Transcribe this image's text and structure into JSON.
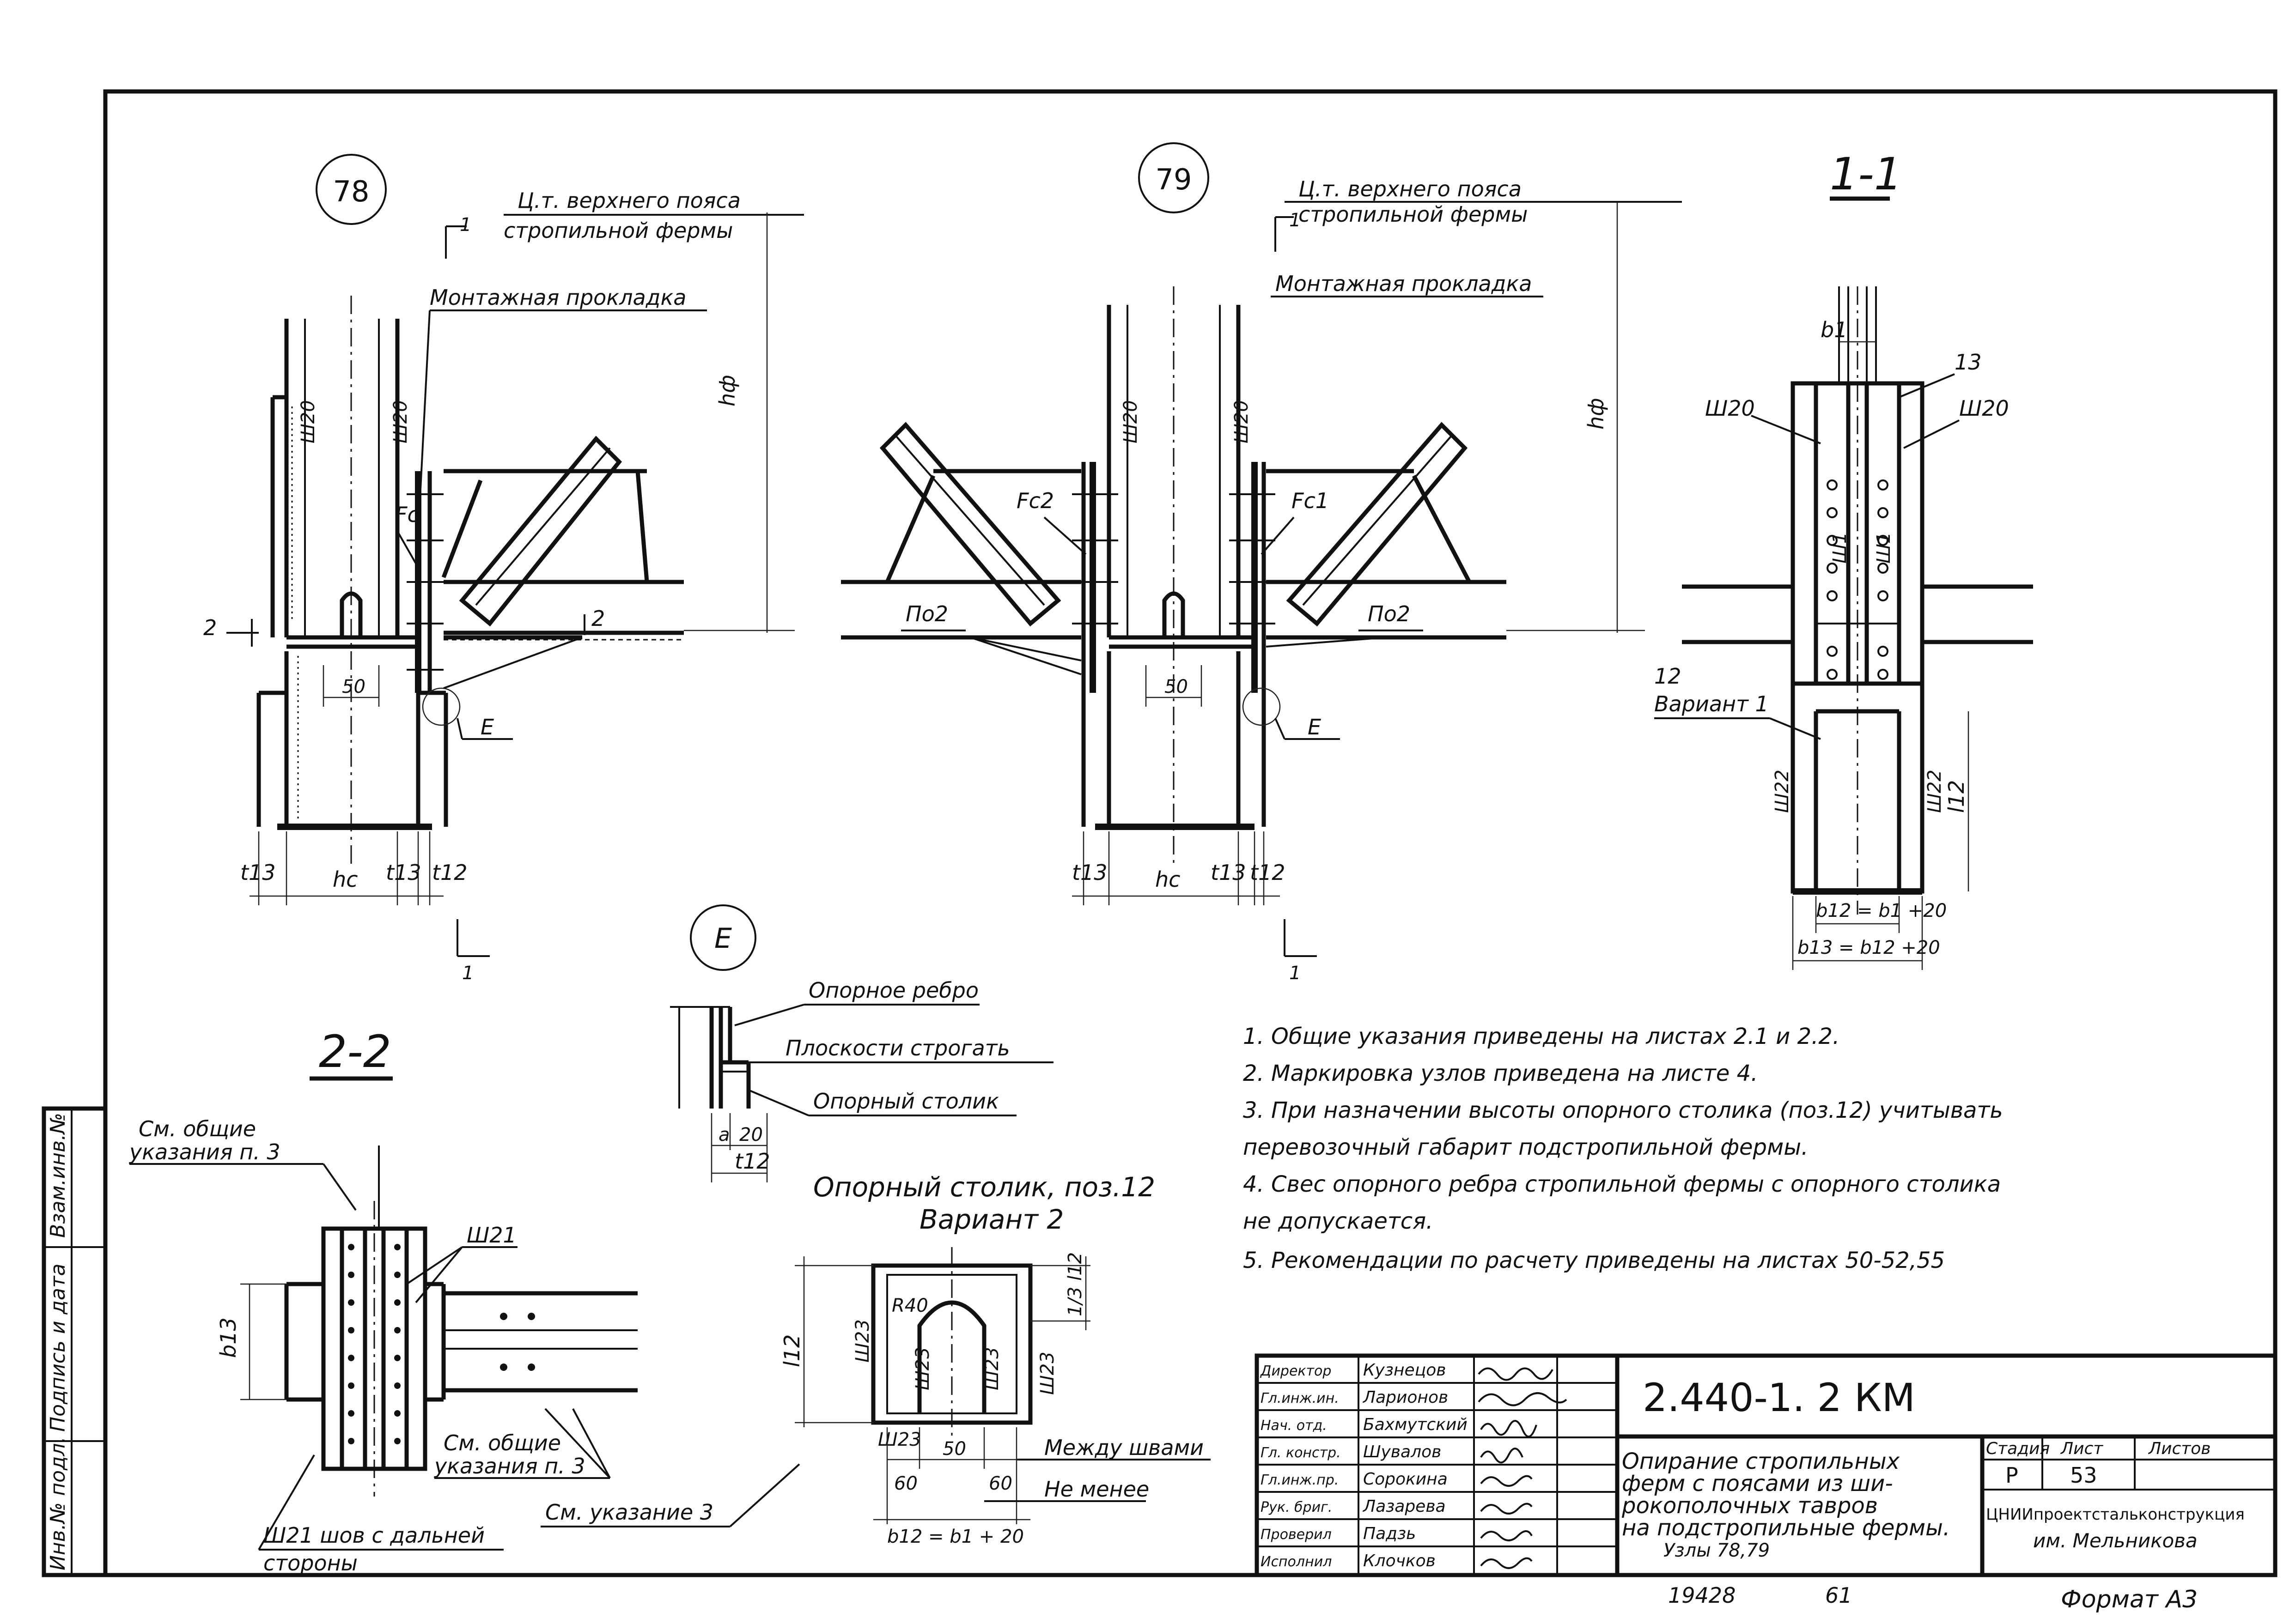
{
  "nodes": {
    "n78": "78",
    "n79": "79",
    "nE": "E",
    "s11": "1-1",
    "s22": "2-2"
  },
  "labels": {
    "ct_line1": "Ц.т. верхнего пояса",
    "ct_line2": "стропильной фермы",
    "ct_line1_b": "Ц.т. верхнего пояса",
    "ct_line2_b": "стропильной фермы",
    "mount_pad": "Монтажная прокладка",
    "mount_pad_b": "Монтажная прокладка",
    "hf": "hф",
    "hf_b": "hф",
    "w20": "Ш20",
    "w20_b": "Ш20",
    "w20_c": "Ш20",
    "w20_d": "Ш20",
    "w20_e": "Ш20",
    "w20_f": "Ш20",
    "fc": "Fc",
    "fc2": "Fc2",
    "fc1": "Fc1",
    "dim50": "50",
    "dim50_b": "50",
    "sec2": "2",
    "sec2_b": "2",
    "sec1": "1",
    "sec1_b": "1",
    "sec1_c": "1",
    "sec1_d": "1",
    "po2": "По2",
    "po2_b": "По2",
    "e_label": "E",
    "e_label_b": "E",
    "t13": "t13",
    "hc": "hc",
    "t13b": "t13",
    "t12": "t12",
    "t13c": "t13",
    "hc_b": "hc",
    "t13d": "t13",
    "t12_b": "t12",
    "b1": "b1",
    "n13": "13",
    "w1": "Ш1",
    "w1_b": "Ш1",
    "n12": "12",
    "var1": "Вариант 1",
    "w22": "Ш22",
    "w22_b": "Ш22",
    "l12": "l12",
    "b12eq": "b12 = b1 +20",
    "b13eq": "b13 = b12 +20",
    "sup_rib": "Опорное ребро",
    "plane_plane": "Плоскости строгать",
    "sup_table": "Опорный столик",
    "dim_a": "a",
    "dim20": "20",
    "t12_e": "t12",
    "see_gen1": "См. общие",
    "see_gen2": "указания п. 3",
    "w21": "Ш21",
    "b13": "b13",
    "see_gen3": "См. общие",
    "see_gen4": "указания п. 3",
    "see_ind": "См. указание 3",
    "w21_far1": "Ш21 шов с дальней",
    "w21_far2": "стороны",
    "sup_tab_title1": "Опорный столик, поз.12",
    "sup_tab_title2": "Вариант 2",
    "r40": "R40",
    "w23a": "Ш23",
    "w23b": "Ш23",
    "w23c": "Ш23",
    "w23d": "Ш23",
    "w23e": "Ш23",
    "l12_b": "l12",
    "l12_frac": "1/3 l12",
    "dim50_c": "50",
    "dim60a": "60",
    "dim60b": "60",
    "between": "Между швами",
    "notless": "Не менее",
    "b12eq_b": "b12 = b1 + 20"
  },
  "notes": [
    "1. Общие указания приведены на листах 2.1 и 2.2.",
    "2. Маркировка узлов приведена на листе 4.",
    "3. При назначении высоты опорного столика (поз.12) учитывать",
    "перевозочный габарит подстропильной фермы.",
    "4. Свес опорного ребра стропильной фермы с опорного столика",
    "не допускается.",
    "5. Рекомендации по расчету приведены на листах 50-52,55"
  ],
  "sidebar": {
    "inv_no": "Инв.№ подл.",
    "sign_date": "Подпись и дата",
    "vz_inv": "Взам.инв.№"
  },
  "title_block": {
    "code": "2.440-1. 2 КМ",
    "roles": [
      "Директор",
      "Гл.инж.ин.",
      "Нач. отд.",
      "Гл. констр.",
      "Гл.инж.пр.",
      "Рук. бриг.",
      "Проверил",
      "Исполнил"
    ],
    "names": [
      "Кузнецов",
      "Ларионов",
      "Бахмутский",
      "Шувалов",
      "Сорокина",
      "Лазарева",
      "Падзь",
      "Клочков"
    ],
    "title_lines": [
      "Опирание стропильных",
      "ферм с поясами из ши-",
      "рокополочных тавров",
      "на подстропильные фермы.",
      "Узлы 78,79"
    ],
    "stage_h": "Стадия",
    "sheet_h": "Лист",
    "sheets_h": "Листов",
    "stage": "Р",
    "sheet": "53",
    "org1": "ЦНИИпроектстальконструкция",
    "org2": "им. Мельникова"
  },
  "footer": {
    "order": "19428",
    "num": "61",
    "format": "Формат А3"
  }
}
